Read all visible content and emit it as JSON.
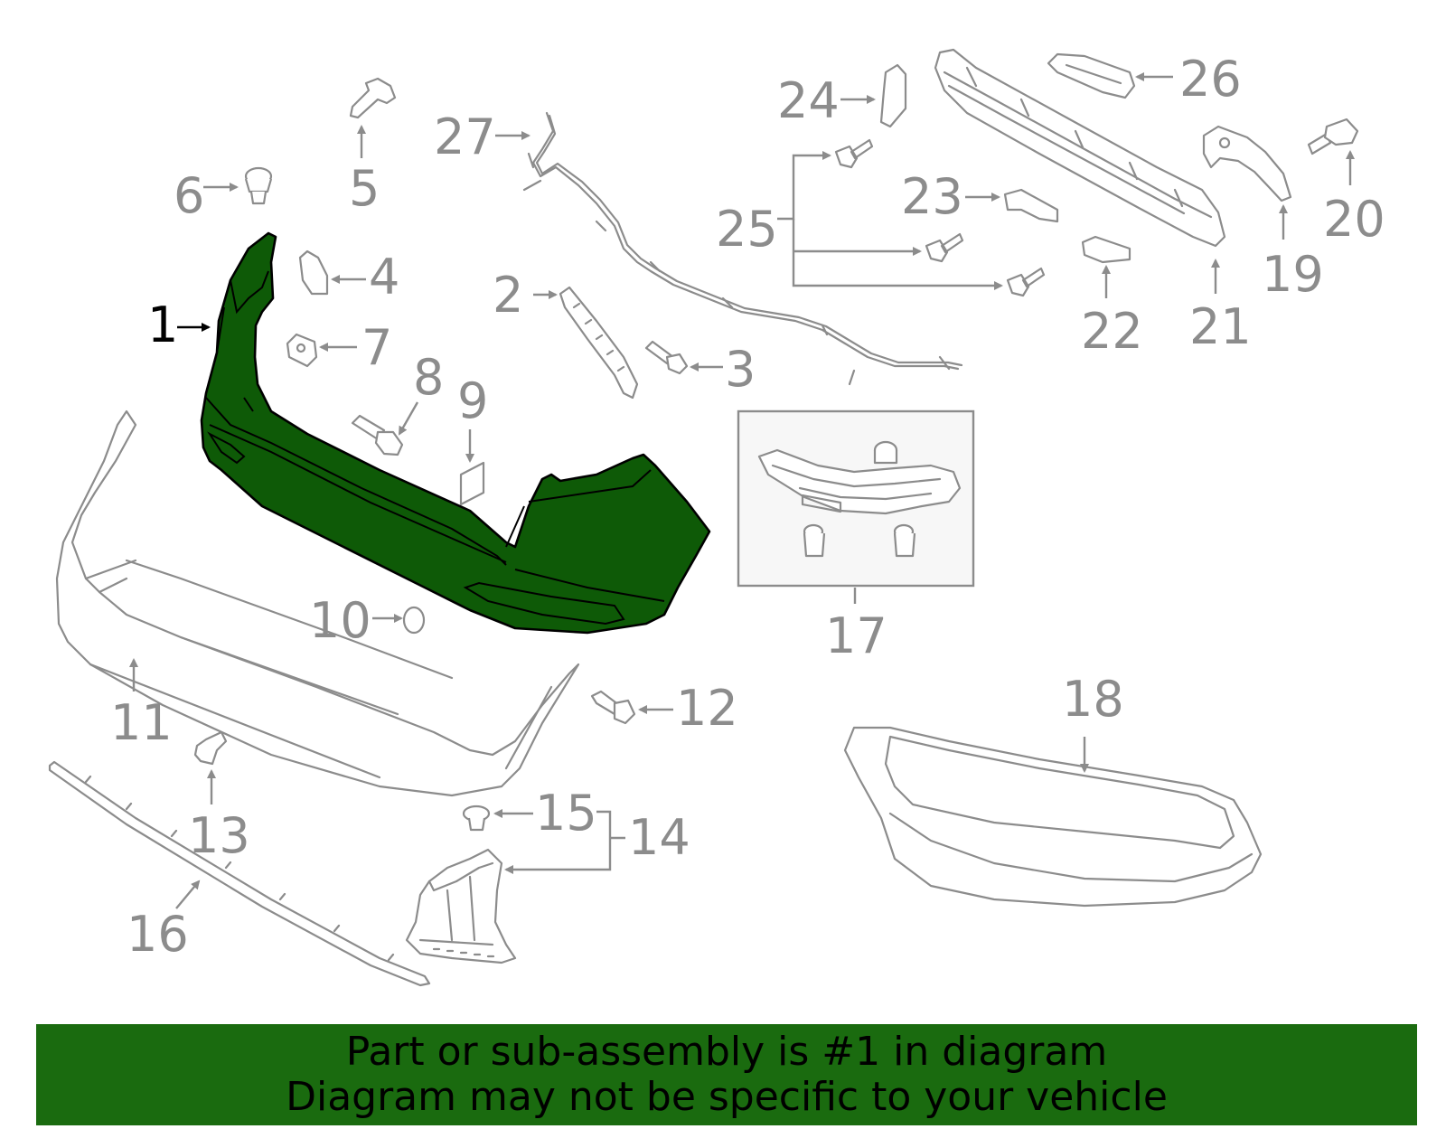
{
  "diagram": {
    "callouts": [
      {
        "id": "1",
        "label": "1",
        "highlighted": true
      },
      {
        "id": "2",
        "label": "2"
      },
      {
        "id": "3",
        "label": "3"
      },
      {
        "id": "4",
        "label": "4"
      },
      {
        "id": "5",
        "label": "5"
      },
      {
        "id": "6",
        "label": "6"
      },
      {
        "id": "7",
        "label": "7"
      },
      {
        "id": "8",
        "label": "8"
      },
      {
        "id": "9",
        "label": "9"
      },
      {
        "id": "10",
        "label": "10"
      },
      {
        "id": "11",
        "label": "11"
      },
      {
        "id": "12",
        "label": "12"
      },
      {
        "id": "13",
        "label": "13"
      },
      {
        "id": "14",
        "label": "14"
      },
      {
        "id": "15",
        "label": "15"
      },
      {
        "id": "16",
        "label": "16"
      },
      {
        "id": "17",
        "label": "17"
      },
      {
        "id": "18",
        "label": "18"
      },
      {
        "id": "19",
        "label": "19"
      },
      {
        "id": "20",
        "label": "20"
      },
      {
        "id": "21",
        "label": "21"
      },
      {
        "id": "22",
        "label": "22"
      },
      {
        "id": "23",
        "label": "23"
      },
      {
        "id": "24",
        "label": "24"
      },
      {
        "id": "25",
        "label": "25"
      },
      {
        "id": "26",
        "label": "26"
      },
      {
        "id": "27",
        "label": "27"
      }
    ],
    "colors": {
      "highlight": "#0e5a07",
      "line": "#8c8c8c",
      "banner": "#1a6b0f"
    }
  },
  "banner": {
    "line1": "Part or sub-assembly is #1 in diagram",
    "line2": "Diagram may not be specific to your vehicle"
  }
}
